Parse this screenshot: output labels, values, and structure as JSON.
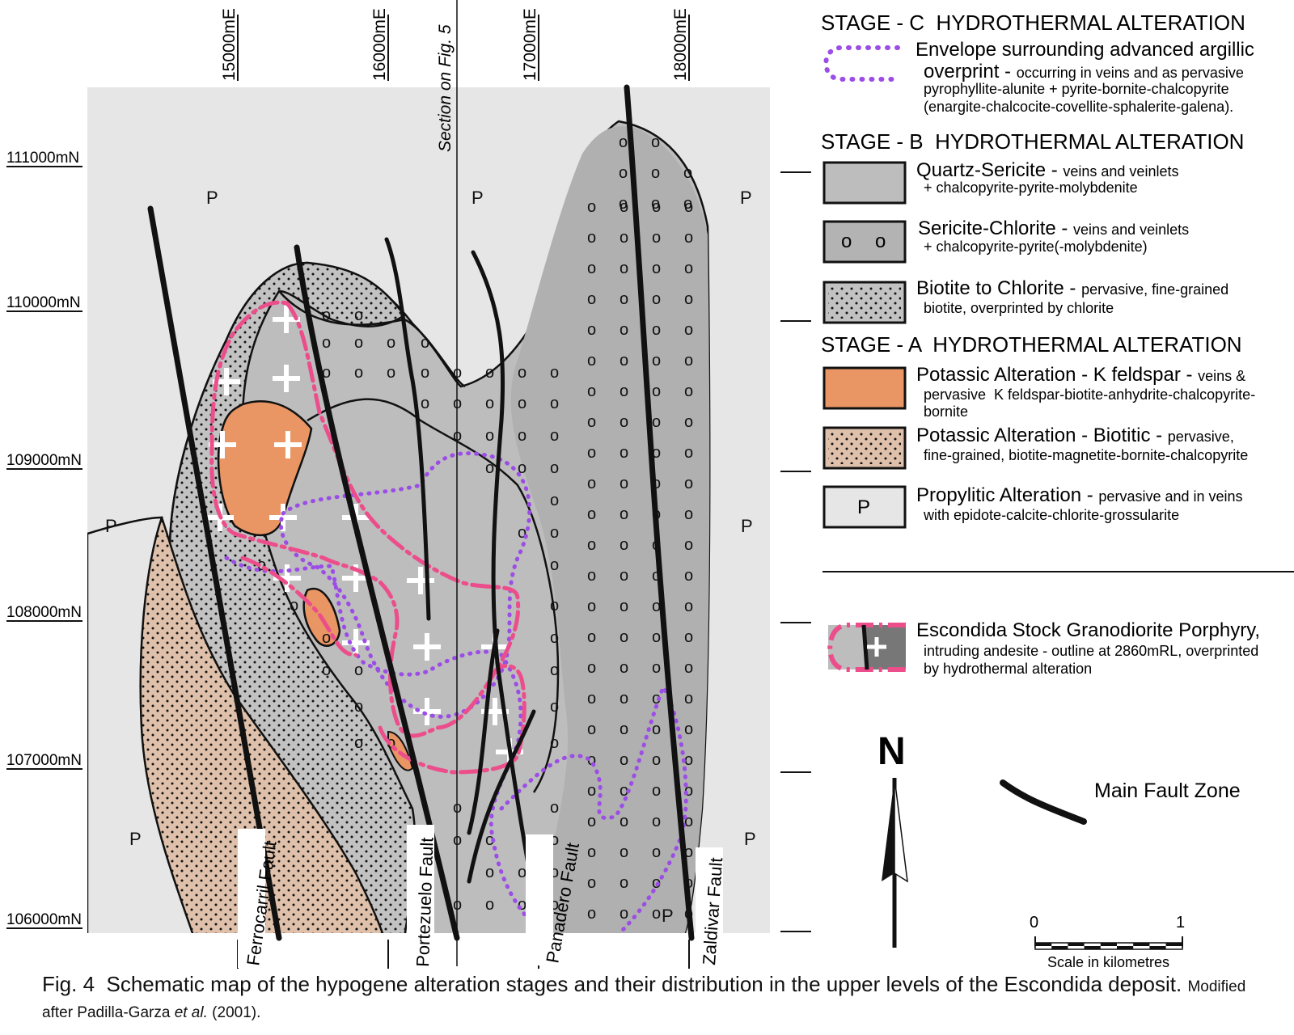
{
  "figure": {
    "caption_fig": "Fig. 4",
    "caption_main": "Schematic map of the hypogene alteration stages and their distribution in the upper levels of the Escondida deposit.",
    "caption_mod_prefix": "Modified after Padilla-Garza ",
    "caption_mod_etal": "et al.",
    "caption_mod_suffix": " (2001)."
  },
  "grid": {
    "eastings": [
      "15000mE",
      "16000mE",
      "17000mE",
      "18000mE"
    ],
    "northings": [
      "111000mN",
      "110000mN",
      "109000mN",
      "108000mN",
      "107000mN",
      "106000mN"
    ],
    "section_label": "Section on Fig. 5"
  },
  "map": {
    "propylitic_symbol": "P",
    "sericite_chlorite_symbol": "o",
    "faults": [
      "Ferrocarril Fault",
      "Portezuelo Fault",
      "Panadero Fault",
      "Zaldivar Fault"
    ],
    "north_label": "N",
    "main_fault_label": "Main Fault Zone",
    "scale": {
      "zero": "0",
      "one": "1",
      "label": "Scale in kilometres"
    }
  },
  "legend": {
    "stage_c": {
      "title": "STAGE - C  HYDROTHERMAL ALTERATION",
      "item": {
        "name": "Envelope surrounding advanced argillic",
        "name2": "overprint",
        "dash": " - ",
        "desc1": "occurring in veins and as pervasive",
        "desc2": "pyrophyllite-alunite + pyrite-bornite-chalcopyrite",
        "desc3": "(enargite-chalcocite-covellite-sphalerite-galena)."
      }
    },
    "stage_b": {
      "title": "STAGE - B  HYDROTHERMAL ALTERATION",
      "items": [
        {
          "name": "Quartz-Sericite",
          "dash": " - ",
          "desc1": "veins and veinlets",
          "desc2": "+ chalcopyrite-pyrite-molybdenite"
        },
        {
          "name": "Sericite-Chlorite",
          "dash": " - ",
          "desc1": "veins and veinlets",
          "desc2": "+ chalcopyrite-pyrite(-molybdenite)"
        },
        {
          "name": "Biotite to Chlorite",
          "dash": " - ",
          "desc1": "pervasive, fine-grained",
          "desc2": "biotite, overprinted by chlorite"
        }
      ]
    },
    "stage_a": {
      "title": "STAGE - A  HYDROTHERMAL ALTERATION",
      "items": [
        {
          "name": "Potassic Alteration - K feldspar",
          "dash": " - ",
          "desc1": "veins &",
          "desc2": "pervasive  K feldspar-biotite-anhydrite-chalcopyrite-",
          "desc3": "bornite"
        },
        {
          "name": "Potassic Alteration - Biotitic",
          "dash": " - ",
          "desc1": "pervasive,",
          "desc2": "fine-grained, biotite-magnetite-bornite-chalcopyrite"
        },
        {
          "name": "Propylitic Alteration",
          "dash": " - ",
          "desc1": "pervasive and in veins",
          "desc2": "with epidote-calcite-chlorite-grossularite",
          "symbol": "P"
        }
      ]
    },
    "stock": {
      "name": "Escondida Stock Granodiorite Porphyry,",
      "desc1": "intruding andesite - outline at 2860mRL, overprinted",
      "desc2": "by hydrothermal alteration"
    }
  },
  "colors": {
    "propylitic": "#e6e6e6",
    "quartz_sericite": "#bdbdbd",
    "sericite_chlorite": "#b3b3b3",
    "potassic_k": "#e99564",
    "potassic_biotitic": "#dfc1ab",
    "stock_outline": "#ec4e8b",
    "argillic_envelope": "#9b4de6"
  }
}
